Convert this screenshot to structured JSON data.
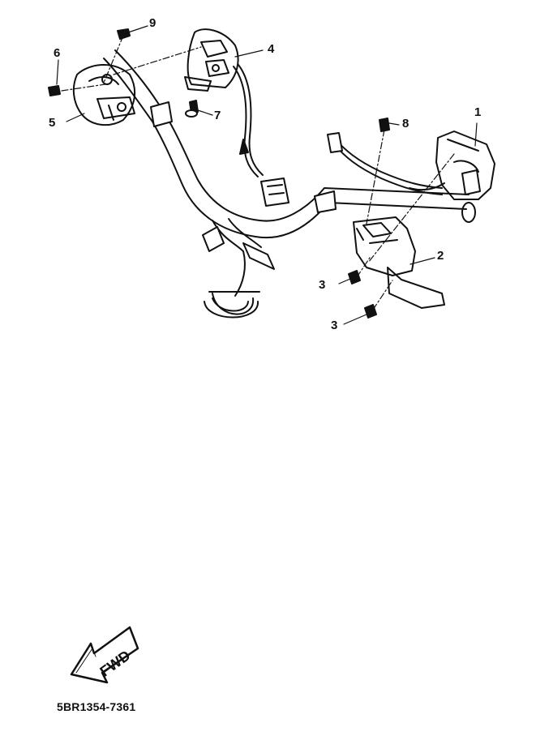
{
  "callouts": [
    {
      "id": "c1",
      "label": "1"
    },
    {
      "id": "c2",
      "label": "2"
    },
    {
      "id": "c3a",
      "label": "3"
    },
    {
      "id": "c3b",
      "label": "3"
    },
    {
      "id": "c4",
      "label": "4"
    },
    {
      "id": "c5",
      "label": "5"
    },
    {
      "id": "c6",
      "label": "6"
    },
    {
      "id": "c7",
      "label": "7"
    },
    {
      "id": "c8",
      "label": "8"
    },
    {
      "id": "c9",
      "label": "9"
    }
  ],
  "direction_badge": {
    "text": "FWD"
  },
  "diagram_code": "5BR1354-7361",
  "colors": {
    "ink": "#111111",
    "paper": "#ffffff"
  }
}
